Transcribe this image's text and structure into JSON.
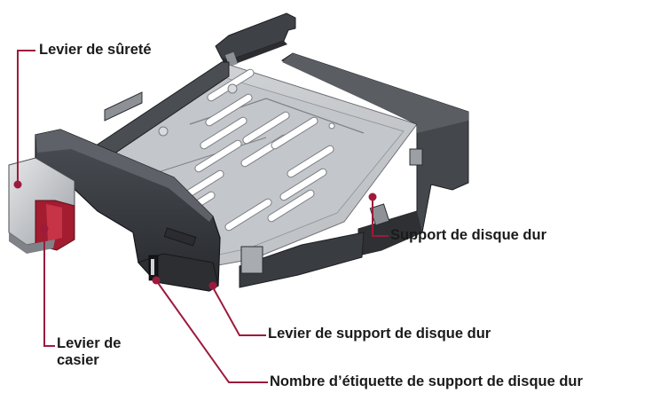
{
  "labels": {
    "safety_lever": "Levier de sûreté",
    "hdd_support": "Support de disque dur",
    "casier_lever_line1": "Levier de",
    "casier_lever_line2": "casier",
    "hdd_support_lever": "Levier de support de disque dur",
    "hdd_label_number": "Nombre d’étiquette de support de disque dur"
  },
  "colors": {
    "leader": "#9c1b3c",
    "dot": "#9c1b3c",
    "lever_red": "#a31c30",
    "tray_dark": "#3a3d42",
    "tray_metal": "#c9cbce"
  }
}
